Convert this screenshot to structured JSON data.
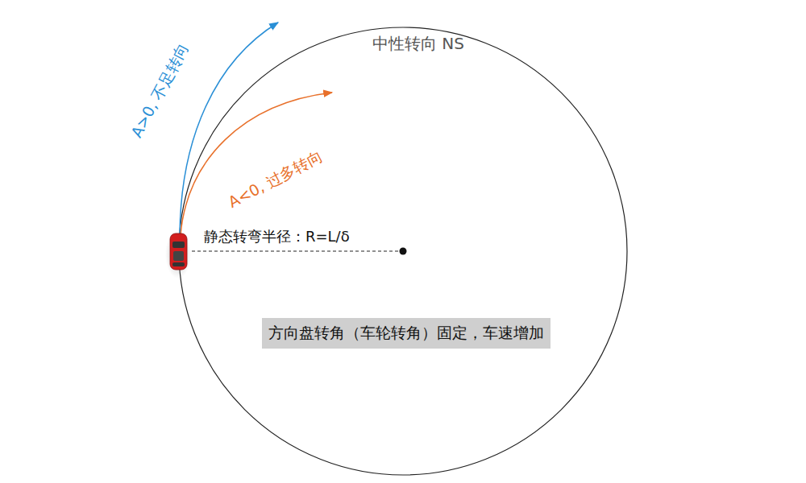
{
  "diagram": {
    "nodes": [
      {
        "text": [
          "方向盘转角（车轮转角）固定，车速增加"
        ]
      }
    ],
    "labels": [
      "中性转向 NS",
      "A>0, 不足转向",
      "A<0, 过多转向",
      "静态转弯半径：R=L/δ"
    ]
  }
}
